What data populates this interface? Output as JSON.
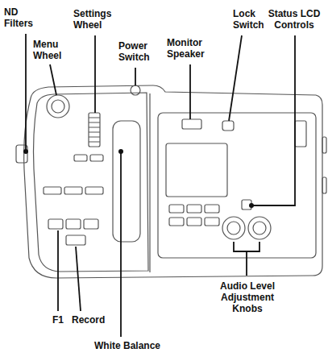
{
  "diagram": {
    "labels": [
      "ND Filters",
      "Settings Wheel",
      "Menu Wheel",
      "Power Switch",
      "Monitor Speaker",
      "Lock Switch",
      "Status LCD Controls",
      "F1",
      "Record",
      "White Balance",
      "Audio Level Adjustment Knobs"
    ]
  }
}
